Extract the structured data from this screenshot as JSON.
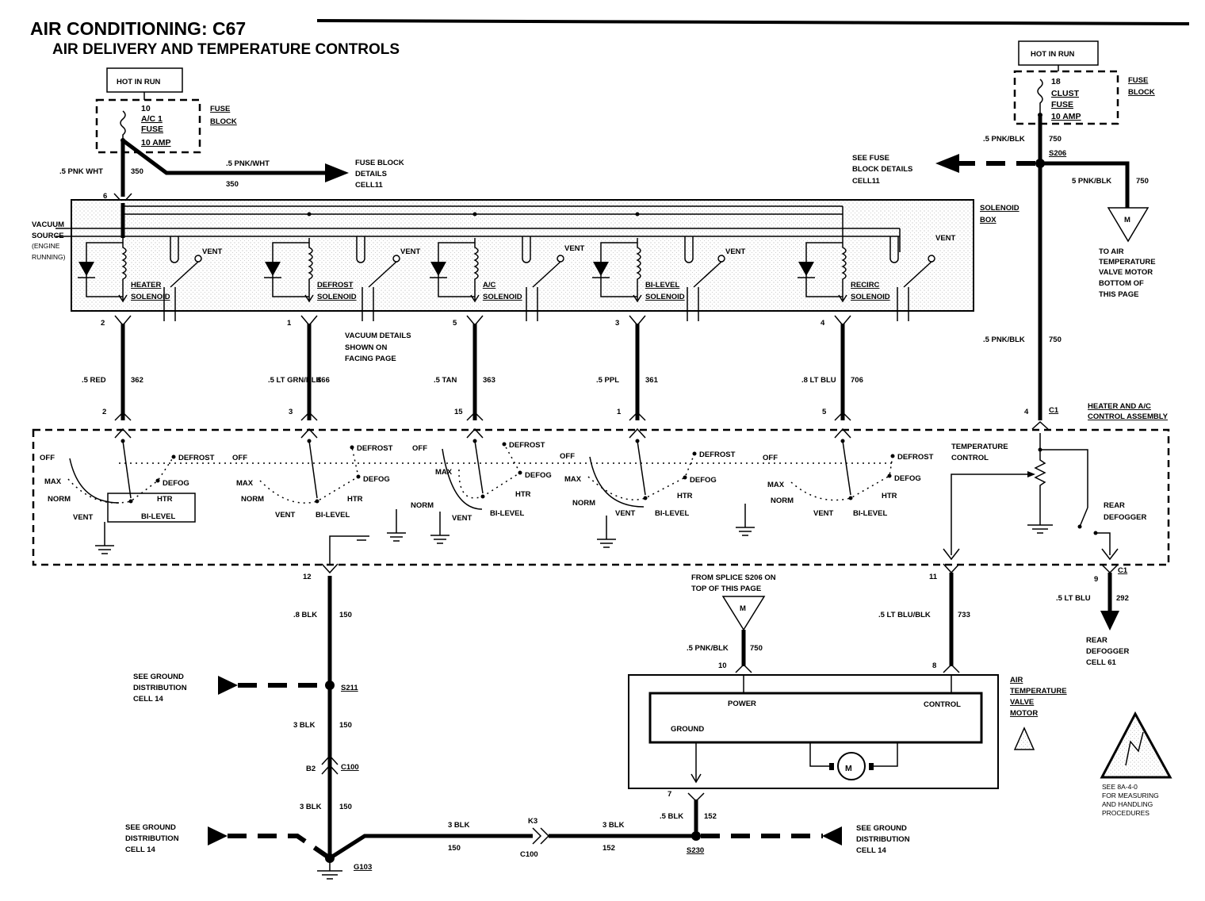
{
  "title": "AIR CONDITIONING: C67",
  "subtitle": "AIR DELIVERY AND TEMPERATURE CONTROLS",
  "left_supply": {
    "hot_label": "HOT IN RUN",
    "fuse_num": "10",
    "fuse_name1": "A/C 1",
    "fuse_name2": "FUSE",
    "fuse_amp": "10 AMP",
    "fuse_block1": "FUSE",
    "fuse_block2": "BLOCK",
    "wire_left": ".5 PNK WHT",
    "wire_left_num": "350",
    "wire_branch": ".5 PNK/WHT",
    "wire_branch_num": "350",
    "ref1": "FUSE BLOCK",
    "ref2": "DETAILS",
    "ref3": "CELL11",
    "pin": "6"
  },
  "right_supply": {
    "hot_label": "HOT IN RUN",
    "fuse_num": "18",
    "fuse_name1": "CLUST",
    "fuse_name2": "FUSE",
    "fuse_amp": "10 AMP",
    "fuse_block1": "FUSE",
    "fuse_block2": "BLOCK",
    "wire1": ".5 PNK/BLK",
    "wire1_num": "750",
    "splice": "S206",
    "ref1": "SEE FUSE",
    "ref2": "BLOCK DETAILS",
    "ref3": "CELL11",
    "wire2": "5 PNK/BLK",
    "wire2_num": "750",
    "motor_letter": "M",
    "motor_ref1": "TO AIR",
    "motor_ref2": "TEMPERATURE",
    "motor_ref3": "VALVE MOTOR",
    "motor_ref4": "BOTTOM OF",
    "motor_ref5": "THIS PAGE",
    "wire3": ".5 PNK/BLK",
    "wire3_num": "750",
    "pin": "4",
    "conn": "C1"
  },
  "vacuum": {
    "l1": "VACUUM",
    "l2": "SOURCE",
    "l3": "(ENGINE",
    "l4": "RUNNING)"
  },
  "solenoid_box": {
    "l1": "SOLENOID",
    "l2": "BOX"
  },
  "vent": "VENT",
  "vacuum_details": {
    "l1": "VACUUM DETAILS",
    "l2": "SHOWN ON",
    "l3": "FACING PAGE"
  },
  "solenoids": [
    {
      "name1": "HEATER",
      "name2": "SOLENOID",
      "pin_top": "2",
      "wire": ".5 RED",
      "num": "362",
      "pin_bot": "2"
    },
    {
      "name1": "DEFROST",
      "name2": "SOLENOID",
      "pin_top": "1",
      "wire": ".5 LT GRN/BLK",
      "num": "366",
      "pin_bot": "3"
    },
    {
      "name1": "A/C",
      "name2": "SOLENOID",
      "pin_top": "5",
      "wire": ".5 TAN",
      "num": "363",
      "pin_bot": "15"
    },
    {
      "name1": "BI-LEVEL",
      "name2": "SOLENOID",
      "pin_top": "3",
      "wire": ".5 PPL",
      "num": "361",
      "pin_bot": "1"
    },
    {
      "name1": "RECIRC",
      "name2": "SOLENOID",
      "pin_top": "4",
      "wire": ".8 LT BLU",
      "num": "706",
      "pin_bot": "5"
    }
  ],
  "control_assembly": {
    "l1": "HEATER AND A/C",
    "l2": "CONTROL ASSEMBLY"
  },
  "switch_labels": {
    "off": "OFF",
    "max": "MAX",
    "norm": "NORM",
    "vent": "VENT",
    "defrost": "DEFROST",
    "defog": "DEFOG",
    "htr": "HTR",
    "bilevel": "BI-LEVEL"
  },
  "temp_control": {
    "l1": "TEMPERATURE",
    "l2": "CONTROL"
  },
  "rear_defogger": {
    "l1": "REAR",
    "l2": "DEFOGGER"
  },
  "bottom_left": {
    "pin": "12",
    "w1": ".8 BLK",
    "n1": "150",
    "ref_a1": "SEE GROUND",
    "ref_a2": "DISTRIBUTION",
    "ref_a3": "CELL 14",
    "splice": "S211",
    "w2": "3 BLK",
    "n2": "150",
    "pin2": "B2",
    "conn2": "C100",
    "w3": "3 BLK",
    "n3": "150",
    "ref_b1": "SEE GROUND",
    "ref_b2": "DISTRIBUTION",
    "ref_b3": "CELL 14",
    "ground": "G103",
    "w4": "3 BLK",
    "n4": "150",
    "k3": "K3",
    "k3conn": "C100",
    "w5": "3 BLK",
    "n5": "152"
  },
  "motor_section": {
    "from1": "FROM SPLICE S206 ON",
    "from2": "TOP OF THIS PAGE",
    "m_letter": "M",
    "wire_p": ".5 PNK/BLK",
    "wire_p_num": "750",
    "pin_p": "10",
    "pin_11": "11",
    "wire_c": ".5 LT BLU/BLK",
    "wire_c_num": "733",
    "pin_c": "8",
    "power": "POWER",
    "control": "CONTROL",
    "ground": "GROUND",
    "motor": "M",
    "name1": "AIR",
    "name2": "TEMPERATURE",
    "name3": "VALVE",
    "name4": "MOTOR",
    "pin7": "7",
    "w_gnd": ".5 BLK",
    "w_gnd_num": "152",
    "splice": "S230",
    "ref1": "SEE GROUND",
    "ref2": "DISTRIBUTION",
    "ref3": "CELL 14"
  },
  "rear_defog_out": {
    "pin": "9",
    "conn": "C1",
    "wire": ".5 LT BLU",
    "num": "292",
    "ref1": "REAR",
    "ref2": "DEFOGGER",
    "ref3": "CELL 61"
  },
  "esd": {
    "l1": "SEE 8A-4-0",
    "l2": "FOR MEASURING",
    "l3": "AND HANDLING",
    "l4": "PROCEDURES"
  }
}
